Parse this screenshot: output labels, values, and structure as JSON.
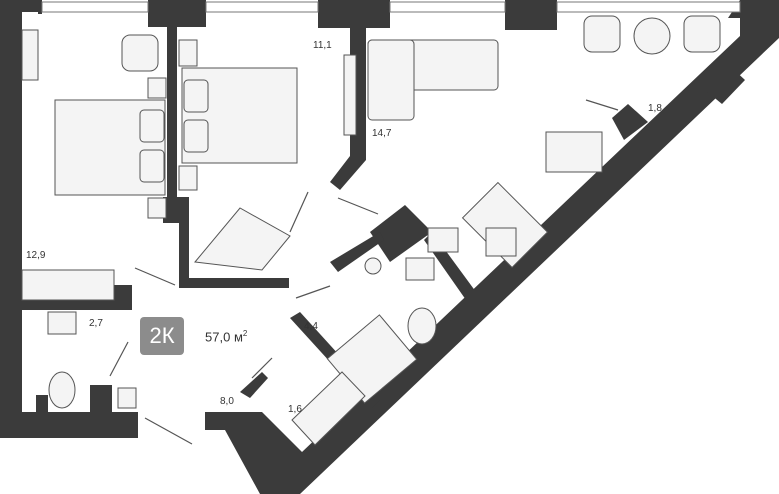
{
  "plan": {
    "apartment_type": "2К",
    "total_area": "57,0",
    "total_area_unit": "м",
    "total_area_unit_power": "2",
    "room_areas": {
      "bedroom_left": "12,9",
      "bedroom_middle": "11,1",
      "living_kitchen": "14,7",
      "balcony": "1,8",
      "bathroom_large": "4,4",
      "bathroom_small": "2,7",
      "hallway": "8,0",
      "storage": "1,6"
    },
    "colors": {
      "wall": "#3b3b3b",
      "line": "#555555",
      "furniture_fill": "#f4f4f4",
      "badge": "#8c8c8c"
    }
  }
}
